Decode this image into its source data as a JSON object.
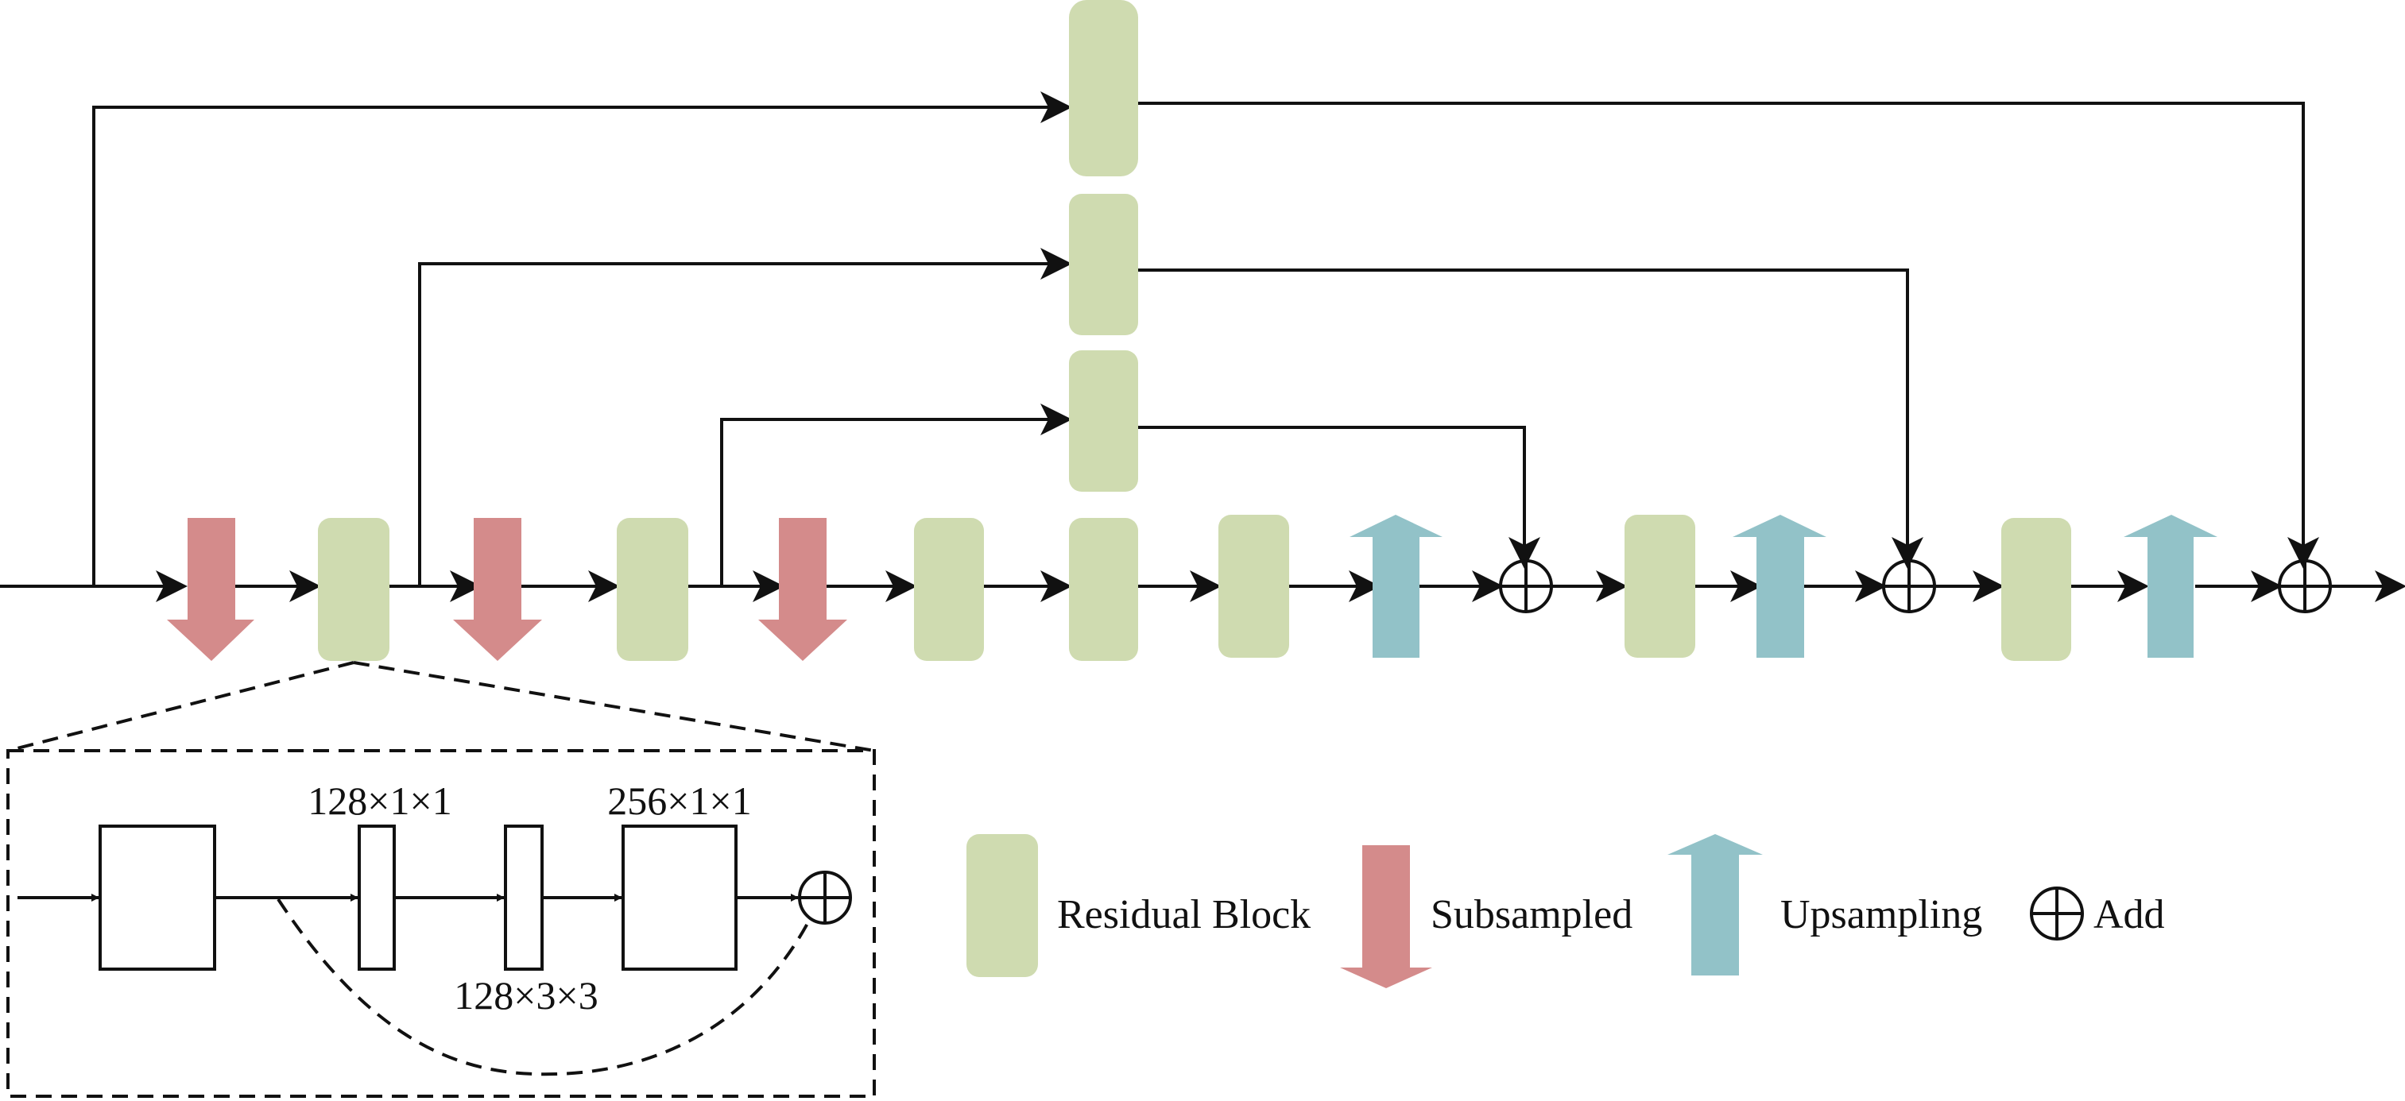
{
  "colors": {
    "residual_block": "#cfdbb0",
    "subsampled": "#d48b8b",
    "upsampling": "#92c2c8",
    "line": "#111111",
    "background": "#ffffff"
  },
  "detail": {
    "conv1_label": "128×1×1",
    "conv2_label": "128×3×3",
    "conv3_label": "256×1×1"
  },
  "legend": {
    "residual_block": "Residual Block",
    "subsampled": "Subsampled",
    "upsampling": "Upsampling",
    "add": "Add"
  },
  "icons": {
    "add": "circle-plus-icon",
    "down": "down-arrow-icon",
    "up": "up-arrow-icon"
  }
}
